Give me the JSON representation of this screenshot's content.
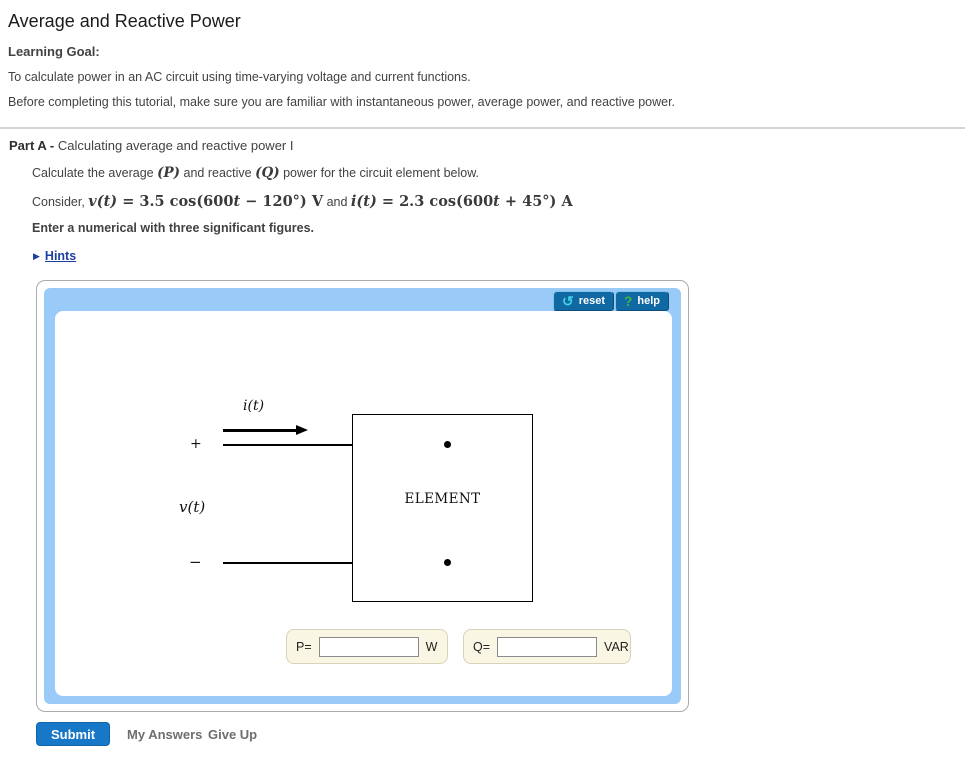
{
  "page": {
    "title": "Average and Reactive Power",
    "learning_goal_label": "Learning Goal:",
    "learning_goal_text": "To calculate power in an AC circuit using time-varying voltage and current functions.",
    "intro_text": "Before completing this tutorial, make sure you are familiar with instantaneous power, average power, and reactive power."
  },
  "part_a": {
    "label": "Part A -",
    "title": "Calculating average and reactive power I",
    "instruction": {
      "pre": "Calculate the average ",
      "p_var": "(P)",
      "mid": " and reactive ",
      "q_var": "(Q)",
      "post": " power for the circuit element below."
    },
    "consider": {
      "prefix": "Consider, ",
      "v_eq": {
        "var": "v(t)",
        "body1": " = 3.5 cos(600",
        "t": "t",
        "body2": " − 120°)",
        "unit": " V"
      },
      "conjunction": " and ",
      "i_eq": {
        "var": "i(t)",
        "body1": " = 2.3 cos(600",
        "t": "t",
        "body2": " + 45°)",
        "unit": " A"
      }
    },
    "note": "Enter a numerical with three significant figures.",
    "hints": {
      "arrow": "▶",
      "label": "Hints"
    }
  },
  "applet": {
    "toolbar": {
      "reset": {
        "icon": "↺",
        "label": "reset"
      },
      "help": {
        "icon": "?",
        "label": "help"
      }
    },
    "diagram": {
      "current_label": "i(t)",
      "plus_sign": "+",
      "minus_sign": "−",
      "voltage_label": "v(t)",
      "element_label": "ELEMENT"
    },
    "answers": [
      {
        "label": "P=",
        "value": "",
        "unit": "W"
      },
      {
        "label": "Q=",
        "value": "",
        "unit": "VAR"
      }
    ]
  },
  "footer": {
    "submit": "Submit",
    "my_answers": "My Answers",
    "give_up": "Give Up"
  },
  "colors": {
    "panel_blue": "#9acbf8",
    "toolbar_button_blue": "#1169a4",
    "submit_blue": "#1878c8",
    "answer_box_bg": "#faf6e4",
    "hints_link_blue": "#1d3f9e"
  }
}
